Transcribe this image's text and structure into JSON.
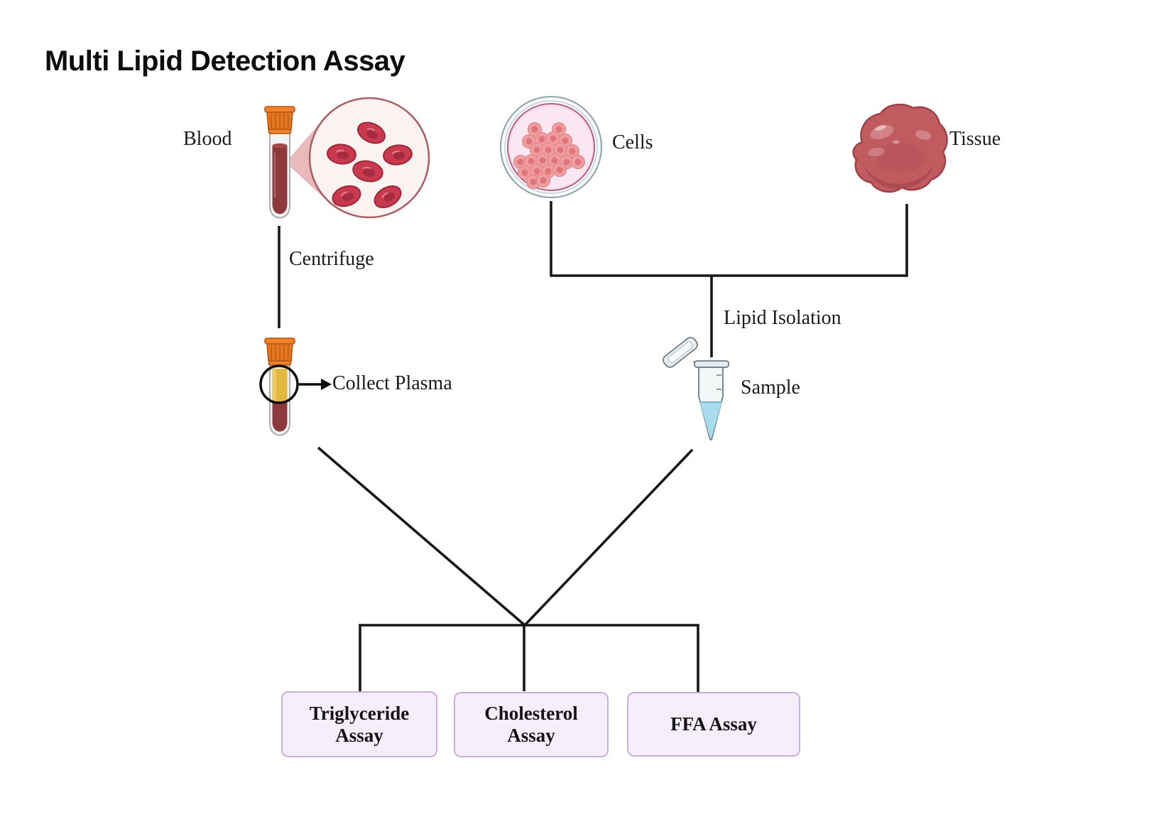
{
  "title": "Multi Lipid Detection Assay",
  "sources": {
    "blood": "Blood",
    "cells": "Cells",
    "tissue": "Tissue"
  },
  "process": {
    "centrifuge": "Centrifuge",
    "collect_plasma": "Collect Plasma",
    "lipid_isolation": "Lipid Isolation",
    "sample": "Sample"
  },
  "assays": [
    {
      "line1": "Triglyceride",
      "line2": "Assay"
    },
    {
      "line1": "Cholesterol",
      "line2": "Assay"
    },
    {
      "line1": "FFA Assay",
      "line2": ""
    }
  ],
  "colors": {
    "line": "#171717",
    "box_fill": "#f6eefb",
    "box_border": "#c9aede",
    "blood_red": "#8e3a3d",
    "cap_orange": "#e8761f",
    "plasma_yellow": "#e2b83e",
    "rbc_red": "#ca3a4e",
    "cell_pink": "#ef9d9e",
    "petri_media_pink": "#f9e0ec",
    "tissue_red": "#c05b60",
    "sample_liquid_blue": "#a9dbee"
  }
}
